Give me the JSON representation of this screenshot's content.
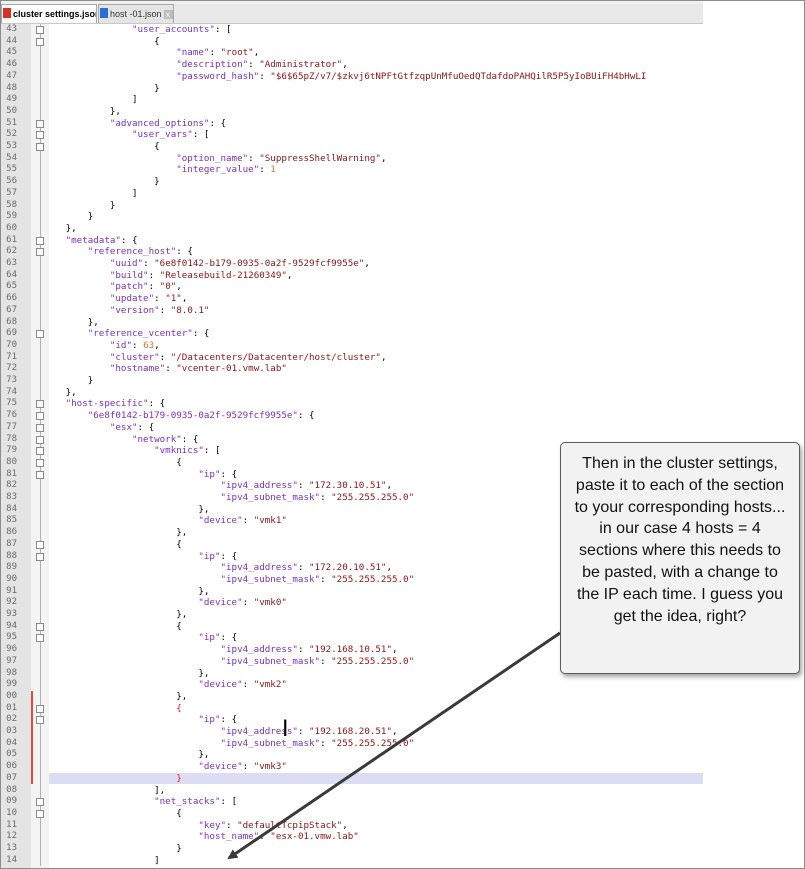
{
  "tabs": [
    {
      "label": "cluster settings.json",
      "active": true
    },
    {
      "label": "host -01.json",
      "active": false
    }
  ],
  "editor": {
    "lines": [
      {
        "n": "43",
        "i": 6,
        "t": [
          [
            "k",
            "\"user_accounts\""
          ],
          [
            "p",
            ": ["
          ]
        ]
      },
      {
        "n": "44",
        "i": 8,
        "t": [
          [
            "p",
            "{"
          ]
        ]
      },
      {
        "n": "45",
        "i": 10,
        "t": [
          [
            "k",
            "\"name\""
          ],
          [
            "p",
            ": "
          ],
          [
            "s",
            "\"root\""
          ],
          [
            "p",
            ","
          ]
        ]
      },
      {
        "n": "46",
        "i": 10,
        "t": [
          [
            "k",
            "\"description\""
          ],
          [
            "p",
            ": "
          ],
          [
            "s",
            "\"Administrator\""
          ],
          [
            "p",
            ","
          ]
        ]
      },
      {
        "n": "47",
        "i": 10,
        "t": [
          [
            "k",
            "\"password_hash\""
          ],
          [
            "p",
            ": "
          ],
          [
            "s",
            "\"$6$65pZ/v7/$zkvj6tNPFtGtfzqpUnMfuOedQTdafdoPAHQilR5P5yIoBUiFH4bHwLI"
          ]
        ]
      },
      {
        "n": "48",
        "i": 8,
        "t": [
          [
            "p",
            "}"
          ]
        ]
      },
      {
        "n": "49",
        "i": 6,
        "t": [
          [
            "p",
            "]"
          ]
        ]
      },
      {
        "n": "50",
        "i": 4,
        "t": [
          [
            "p",
            "},"
          ]
        ]
      },
      {
        "n": "51",
        "i": 4,
        "t": [
          [
            "k",
            "\"advanced_options\""
          ],
          [
            "p",
            ": {"
          ]
        ]
      },
      {
        "n": "52",
        "i": 6,
        "t": [
          [
            "k",
            "\"user_vars\""
          ],
          [
            "p",
            ": ["
          ]
        ]
      },
      {
        "n": "53",
        "i": 8,
        "t": [
          [
            "p",
            "{"
          ]
        ]
      },
      {
        "n": "54",
        "i": 10,
        "t": [
          [
            "k",
            "\"option_name\""
          ],
          [
            "p",
            ": "
          ],
          [
            "s",
            "\"SuppressShellWarning\""
          ],
          [
            "p",
            ","
          ]
        ]
      },
      {
        "n": "55",
        "i": 10,
        "t": [
          [
            "k",
            "\"integer_value\""
          ],
          [
            "p",
            ": "
          ],
          [
            "n",
            "1"
          ]
        ]
      },
      {
        "n": "56",
        "i": 8,
        "t": [
          [
            "p",
            "}"
          ]
        ]
      },
      {
        "n": "57",
        "i": 6,
        "t": [
          [
            "p",
            "]"
          ]
        ]
      },
      {
        "n": "58",
        "i": 4,
        "t": [
          [
            "p",
            "}"
          ]
        ]
      },
      {
        "n": "59",
        "i": 2,
        "t": [
          [
            "p",
            "}"
          ]
        ]
      },
      {
        "n": "60",
        "i": 0,
        "t": [
          [
            "p",
            "},"
          ]
        ]
      },
      {
        "n": "61",
        "i": 0,
        "t": [
          [
            "k",
            "\"metadata\""
          ],
          [
            "p",
            ": {"
          ]
        ]
      },
      {
        "n": "62",
        "i": 2,
        "t": [
          [
            "k",
            "\"reference_host\""
          ],
          [
            "p",
            ": {"
          ]
        ]
      },
      {
        "n": "63",
        "i": 4,
        "t": [
          [
            "k",
            "\"uuid\""
          ],
          [
            "p",
            ": "
          ],
          [
            "s",
            "\"6e8f0142-b179-0935-0a2f-9529fcf9955e\""
          ],
          [
            "p",
            ","
          ]
        ]
      },
      {
        "n": "64",
        "i": 4,
        "t": [
          [
            "k",
            "\"build\""
          ],
          [
            "p",
            ": "
          ],
          [
            "s",
            "\"Releasebuild-21260349\""
          ],
          [
            "p",
            ","
          ]
        ]
      },
      {
        "n": "65",
        "i": 4,
        "t": [
          [
            "k",
            "\"patch\""
          ],
          [
            "p",
            ": "
          ],
          [
            "s",
            "\"0\""
          ],
          [
            "p",
            ","
          ]
        ]
      },
      {
        "n": "66",
        "i": 4,
        "t": [
          [
            "k",
            "\"update\""
          ],
          [
            "p",
            ": "
          ],
          [
            "s",
            "\"1\""
          ],
          [
            "p",
            ","
          ]
        ]
      },
      {
        "n": "67",
        "i": 4,
        "t": [
          [
            "k",
            "\"version\""
          ],
          [
            "p",
            ": "
          ],
          [
            "s",
            "\"8.0.1\""
          ]
        ]
      },
      {
        "n": "68",
        "i": 2,
        "t": [
          [
            "p",
            "},"
          ]
        ]
      },
      {
        "n": "69",
        "i": 2,
        "t": [
          [
            "k",
            "\"reference_vcenter\""
          ],
          [
            "p",
            ": {"
          ]
        ]
      },
      {
        "n": "70",
        "i": 4,
        "t": [
          [
            "k",
            "\"id\""
          ],
          [
            "p",
            ": "
          ],
          [
            "n",
            "63"
          ],
          [
            "p",
            ","
          ]
        ]
      },
      {
        "n": "71",
        "i": 4,
        "t": [
          [
            "k",
            "\"cluster\""
          ],
          [
            "p",
            ": "
          ],
          [
            "s",
            "\"/Datacenters/Datacenter/host/cluster\""
          ],
          [
            "p",
            ","
          ]
        ]
      },
      {
        "n": "72",
        "i": 4,
        "t": [
          [
            "k",
            "\"hostname\""
          ],
          [
            "p",
            ": "
          ],
          [
            "s",
            "\"vcenter-01.vmw.lab\""
          ]
        ]
      },
      {
        "n": "73",
        "i": 2,
        "t": [
          [
            "p",
            "}"
          ]
        ]
      },
      {
        "n": "74",
        "i": 0,
        "t": [
          [
            "p",
            "},"
          ]
        ]
      },
      {
        "n": "75",
        "i": 0,
        "t": [
          [
            "k",
            "\"host-specific\""
          ],
          [
            "p",
            ": {"
          ]
        ]
      },
      {
        "n": "76",
        "i": 2,
        "t": [
          [
            "k",
            "\"6e8f0142-b179-0935-0a2f-9529fcf9955e\""
          ],
          [
            "p",
            ": {"
          ]
        ]
      },
      {
        "n": "77",
        "i": 4,
        "t": [
          [
            "k",
            "\"esx\""
          ],
          [
            "p",
            ": {"
          ]
        ]
      },
      {
        "n": "78",
        "i": 6,
        "t": [
          [
            "k",
            "\"network\""
          ],
          [
            "p",
            ": {"
          ]
        ]
      },
      {
        "n": "79",
        "i": 8,
        "t": [
          [
            "k",
            "\"vmknics\""
          ],
          [
            "p",
            ": ["
          ]
        ]
      },
      {
        "n": "80",
        "i": 10,
        "t": [
          [
            "p",
            "{"
          ]
        ]
      },
      {
        "n": "81",
        "i": 12,
        "t": [
          [
            "k",
            "\"ip\""
          ],
          [
            "p",
            ": {"
          ]
        ]
      },
      {
        "n": "82",
        "i": 14,
        "t": [
          [
            "k",
            "\"ipv4_address\""
          ],
          [
            "p",
            ": "
          ],
          [
            "s",
            "\"172.30.10.51\""
          ],
          [
            "p",
            ","
          ]
        ]
      },
      {
        "n": "83",
        "i": 14,
        "t": [
          [
            "k",
            "\"ipv4_subnet_mask\""
          ],
          [
            "p",
            ": "
          ],
          [
            "s",
            "\"255.255.255.0\""
          ]
        ]
      },
      {
        "n": "84",
        "i": 12,
        "t": [
          [
            "p",
            "},"
          ]
        ]
      },
      {
        "n": "85",
        "i": 12,
        "t": [
          [
            "k",
            "\"device\""
          ],
          [
            "p",
            ": "
          ],
          [
            "s",
            "\"vmk1\""
          ]
        ]
      },
      {
        "n": "86",
        "i": 10,
        "t": [
          [
            "p",
            "},"
          ]
        ]
      },
      {
        "n": "87",
        "i": 10,
        "t": [
          [
            "p",
            "{"
          ]
        ]
      },
      {
        "n": "88",
        "i": 12,
        "t": [
          [
            "k",
            "\"ip\""
          ],
          [
            "p",
            ": {"
          ]
        ]
      },
      {
        "n": "89",
        "i": 14,
        "t": [
          [
            "k",
            "\"ipv4_address\""
          ],
          [
            "p",
            ": "
          ],
          [
            "s",
            "\"172.20.10.51\""
          ],
          [
            "p",
            ","
          ]
        ]
      },
      {
        "n": "90",
        "i": 14,
        "t": [
          [
            "k",
            "\"ipv4_subnet_mask\""
          ],
          [
            "p",
            ": "
          ],
          [
            "s",
            "\"255.255.255.0\""
          ]
        ]
      },
      {
        "n": "91",
        "i": 12,
        "t": [
          [
            "p",
            "},"
          ]
        ]
      },
      {
        "n": "92",
        "i": 12,
        "t": [
          [
            "k",
            "\"device\""
          ],
          [
            "p",
            ": "
          ],
          [
            "s",
            "\"vmk0\""
          ]
        ]
      },
      {
        "n": "93",
        "i": 10,
        "t": [
          [
            "p",
            "},"
          ]
        ]
      },
      {
        "n": "94",
        "i": 10,
        "t": [
          [
            "p",
            "{"
          ]
        ]
      },
      {
        "n": "95",
        "i": 12,
        "t": [
          [
            "k",
            "\"ip\""
          ],
          [
            "p",
            ": {"
          ]
        ]
      },
      {
        "n": "96",
        "i": 14,
        "t": [
          [
            "k",
            "\"ipv4_address\""
          ],
          [
            "p",
            ": "
          ],
          [
            "s",
            "\"192.168.10.51\""
          ],
          [
            "p",
            ","
          ]
        ]
      },
      {
        "n": "97",
        "i": 14,
        "t": [
          [
            "k",
            "\"ipv4_subnet_mask\""
          ],
          [
            "p",
            ": "
          ],
          [
            "s",
            "\"255.255.255.0\""
          ]
        ]
      },
      {
        "n": "98",
        "i": 12,
        "t": [
          [
            "p",
            "},"
          ]
        ]
      },
      {
        "n": "99",
        "i": 12,
        "t": [
          [
            "k",
            "\"device\""
          ],
          [
            "p",
            ": "
          ],
          [
            "s",
            "\"vmk2\""
          ]
        ]
      },
      {
        "n": "00",
        "i": 10,
        "t": [
          [
            "p",
            "},"
          ]
        ]
      },
      {
        "n": "01",
        "i": 10,
        "t": [
          [
            "rb",
            "{"
          ]
        ]
      },
      {
        "n": "02",
        "i": 12,
        "t": [
          [
            "k",
            "\"ip\""
          ],
          [
            "p",
            ": {"
          ]
        ]
      },
      {
        "n": "03",
        "i": 14,
        "t": [
          [
            "k",
            "\"ipv4_address\""
          ],
          [
            "p",
            ": "
          ],
          [
            "s",
            "\"192.168.20.51\""
          ],
          [
            "p",
            ","
          ]
        ]
      },
      {
        "n": "04",
        "i": 14,
        "t": [
          [
            "k",
            "\"ipv4_subnet_mask\""
          ],
          [
            "p",
            ": "
          ],
          [
            "s",
            "\"255.255.255.0\""
          ]
        ]
      },
      {
        "n": "05",
        "i": 12,
        "t": [
          [
            "p",
            "},"
          ]
        ]
      },
      {
        "n": "06",
        "i": 12,
        "t": [
          [
            "k",
            "\"device\""
          ],
          [
            "p",
            ": "
          ],
          [
            "s",
            "\"vmk3\""
          ]
        ]
      },
      {
        "n": "07",
        "i": 10,
        "t": [
          [
            "rb",
            "}"
          ]
        ]
      },
      {
        "n": "08",
        "i": 8,
        "t": [
          [
            "p",
            "],"
          ]
        ]
      },
      {
        "n": "09",
        "i": 8,
        "t": [
          [
            "k",
            "\"net_stacks\""
          ],
          [
            "p",
            ": ["
          ]
        ]
      },
      {
        "n": "10",
        "i": 10,
        "t": [
          [
            "p",
            "{"
          ]
        ]
      },
      {
        "n": "11",
        "i": 12,
        "t": [
          [
            "k",
            "\"key\""
          ],
          [
            "p",
            ": "
          ],
          [
            "s",
            "\"defaultTcpipStack\""
          ],
          [
            "p",
            ","
          ]
        ]
      },
      {
        "n": "12",
        "i": 12,
        "t": [
          [
            "k",
            "\"host_name\""
          ],
          [
            "p",
            ": "
          ],
          [
            "s",
            "\"esx-01.vmw.lab\""
          ]
        ]
      },
      {
        "n": "13",
        "i": 10,
        "t": [
          [
            "p",
            "}"
          ]
        ]
      },
      {
        "n": "14",
        "i": 8,
        "t": [
          [
            "p",
            "]"
          ]
        ]
      }
    ],
    "highlighted_line": "07",
    "changed_lines": [
      "00",
      "01",
      "02",
      "03",
      "04",
      "05",
      "06",
      "07"
    ]
  },
  "callout": {
    "text": "Then in the cluster settings, paste it to each of the section to your corresponding hosts... in our case 4 hosts = 4 sections where this needs to be pasted, with a change to the IP each time. I guess you get the idea, right?"
  },
  "colors": {
    "key": "#7b2fbf",
    "string": "#8a1515",
    "number": "#d9772a",
    "highlight": "#dcdcf4",
    "change_marker": "#e04a3a"
  }
}
